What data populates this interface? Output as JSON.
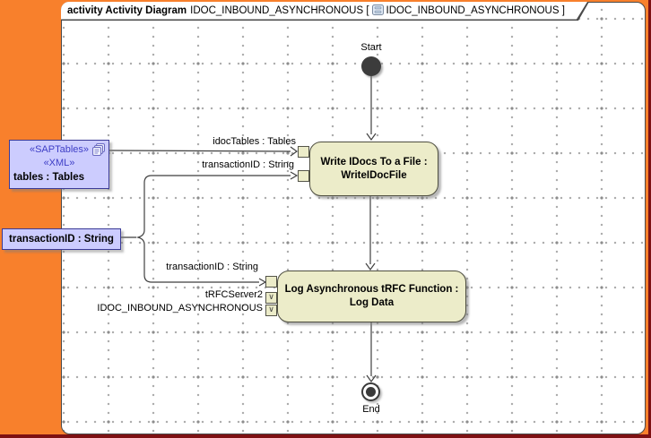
{
  "frame_tab": {
    "keyword": "activity Activity Diagram",
    "diagram_name": "IDOC_INBOUND_ASYNCHRONOUS [",
    "diagram_ref": "IDOC_INBOUND_ASYNCHRONOUS ]"
  },
  "nodes": {
    "start": {
      "label": "Start"
    },
    "end": {
      "label": "End"
    },
    "activity1": {
      "line1": "Write IDocs To a File :",
      "line2": "WriteIDocFile"
    },
    "activity2": {
      "line1": "Log Asynchronous tRFC Function :",
      "line2": "Log Data"
    },
    "sap_tables_object": {
      "stereotype1": "«SAPTables»",
      "stereotype2": "«XML»",
      "name": "tables : Tables"
    },
    "transaction_object": {
      "name": "transactionID : String"
    }
  },
  "edge_labels": {
    "idoc_tables": "idocTables : Tables",
    "transaction_top": "transactionID : String",
    "transaction_bottom": "transactionID : String",
    "trfc_server": "tRFCServer2",
    "idoc_inbound": "IDOC_INBOUND_ASYNCHRONOUS"
  },
  "icons": {
    "value_pin_glyph": "∨"
  },
  "colors": {
    "desktop_orange": "#f8802c",
    "window_edge_maroon": "#7e1113",
    "activity_fill": "#ececc9",
    "object_fill": "#ccccfe",
    "stereotype_blue": "#3e3ec6",
    "edge_stroke": "#3f3f3f"
  }
}
